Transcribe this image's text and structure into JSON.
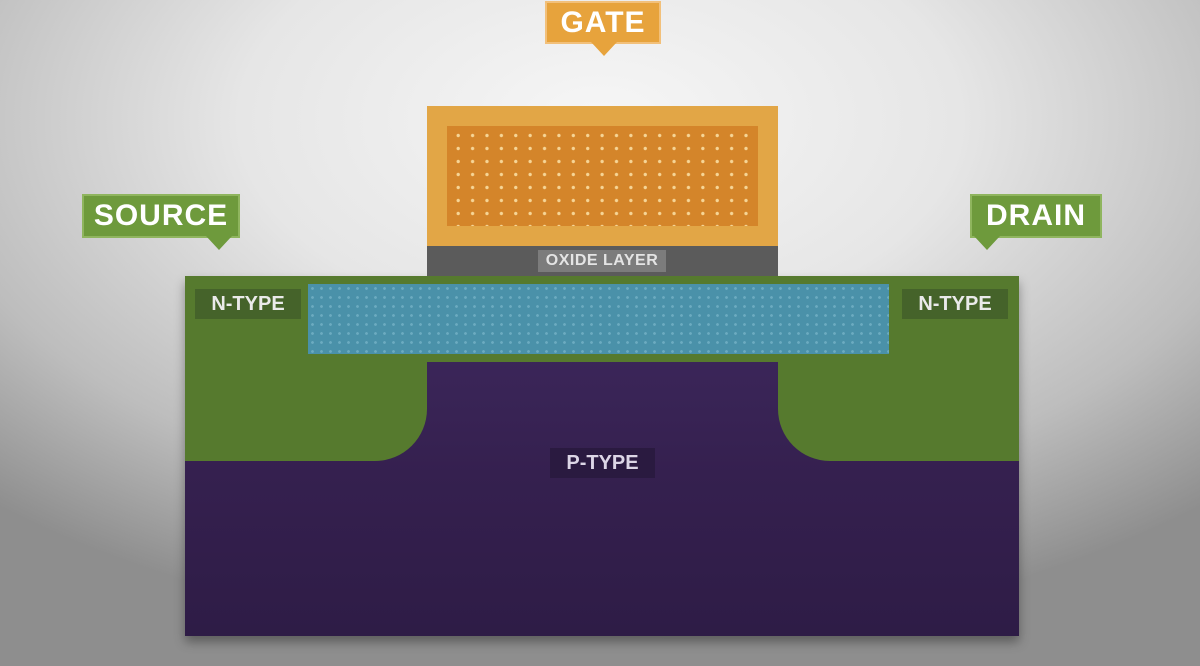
{
  "callouts": {
    "gate": "GATE",
    "source": "SOURCE",
    "drain": "DRAIN"
  },
  "layers": {
    "oxide": "OXIDE LAYER",
    "n_type_left": "N-TYPE",
    "n_type_right": "N-TYPE",
    "p_type": "P-TYPE"
  },
  "colors": {
    "gate_metal": "#e2a646",
    "oxide": "#5b5b5b",
    "n_type": "#567a2e",
    "p_type": "#35204f",
    "channel": "#4d95b6",
    "callout_green": "#6e9a3c",
    "callout_orange": "#e7a33c"
  }
}
